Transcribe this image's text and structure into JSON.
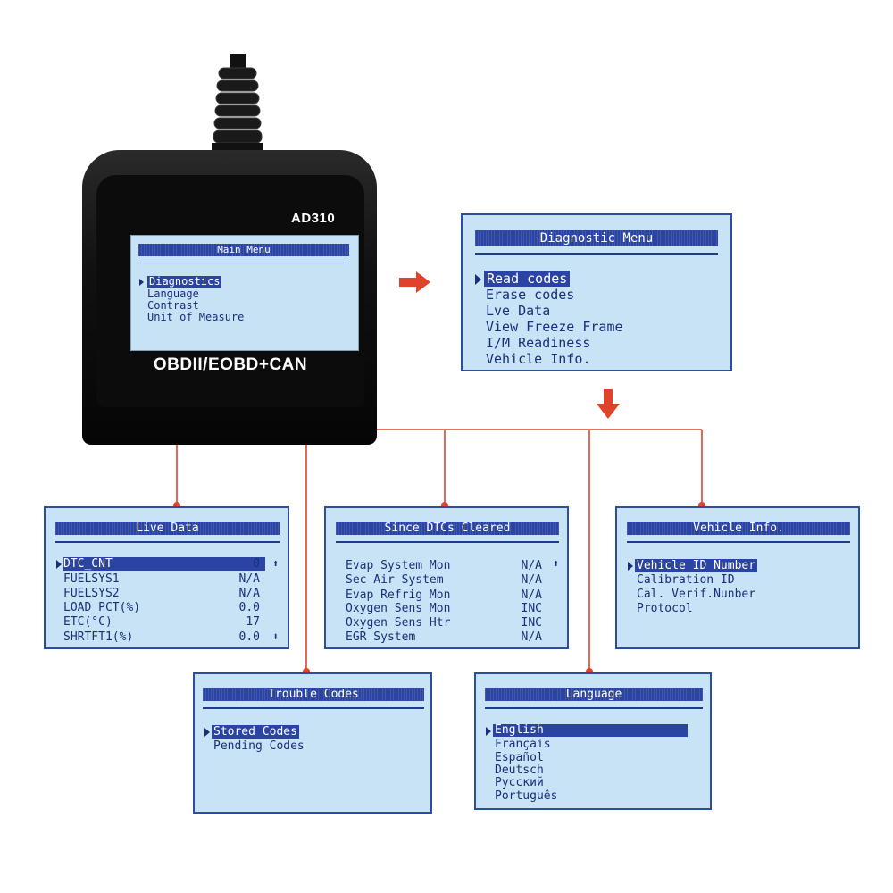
{
  "device": {
    "model": "AD310",
    "brand": "OBDII/EOBD+CAN",
    "screen": {
      "title": "Main Menu",
      "items": [
        "Diagnostics",
        "Language",
        "Contrast",
        "Unit of Measure"
      ],
      "selected_index": 0
    }
  },
  "diagnostic_menu": {
    "title": "Diagnostic Menu",
    "items": [
      "Read codes",
      "Erase codes",
      "Lve Data",
      "View Freeze Frame",
      "I/M Readiness",
      "Vehicle Info."
    ],
    "selected_index": 0
  },
  "live_data": {
    "title": "Live Data",
    "rows": [
      {
        "label": "DTC_CNT",
        "value": "0"
      },
      {
        "label": "FUELSYS1",
        "value": "N/A"
      },
      {
        "label": "FUELSYS2",
        "value": "N/A"
      },
      {
        "label": "LOAD_PCT(%)",
        "value": "0.0"
      },
      {
        "label": "ETC(°C)",
        "value": "17"
      },
      {
        "label": "SHRTFT1(%)",
        "value": "0.0"
      }
    ],
    "selected_index": 0
  },
  "since_dtcs_cleared": {
    "title": "Since DTCs Cleared",
    "rows": [
      {
        "label": "Evap System Mon",
        "value": "N/A"
      },
      {
        "label": "Sec Air System",
        "value": "N/A"
      },
      {
        "label": "Evap Refrig Mon",
        "value": "N/A"
      },
      {
        "label": "Oxygen Sens Mon",
        "value": "INC"
      },
      {
        "label": "Oxygen Sens Htr",
        "value": "INC"
      },
      {
        "label": "EGR System",
        "value": "N/A"
      }
    ]
  },
  "vehicle_info": {
    "title": "Vehicle  Info.",
    "items": [
      "Vehicle ID Number",
      "Calibration ID",
      "Cal. Verif.Nunber",
      "Protocol"
    ],
    "selected_index": 0
  },
  "trouble_codes": {
    "title": "Trouble Codes",
    "items": [
      "Stored Codes",
      "Pending Codes"
    ],
    "selected_index": 0
  },
  "language": {
    "title": "Language",
    "items": [
      "English",
      "Français",
      "Español",
      "Deutsch",
      "Русский",
      "Português"
    ],
    "selected_index": 0
  },
  "colors": {
    "lcd_background": "#c9e3f6",
    "lcd_text": "#1a2e7a",
    "lcd_highlight": "#2b44a3",
    "connector": "#e0432a",
    "device_body": "#111111"
  },
  "icons": [
    "right-arrow-icon",
    "down-arrow-icon",
    "cursor-triangle-icon",
    "scroll-up-icon",
    "scroll-down-icon"
  ]
}
